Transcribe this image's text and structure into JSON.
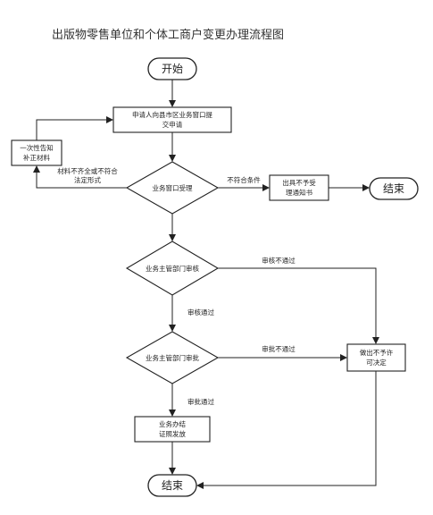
{
  "title": "出版物零售单位和个体工商户变更办理流程图",
  "nodes": {
    "start": "开始",
    "apply": [
      "申请人向县市区业务窗口提",
      "交申请"
    ],
    "notify": [
      "一次性告知",
      "补正材料"
    ],
    "window": "业务窗口受理",
    "refuse_notice": [
      "出具不予受",
      "理通知书"
    ],
    "end_right": "结束",
    "review": "业务主管部门审核",
    "approve": "业务主管部门审批",
    "decision": [
      "做出不予许",
      "可决定"
    ],
    "issue": [
      "业务办结",
      "证照发放"
    ],
    "end_bottom": "结束"
  },
  "edges": {
    "incomplete": [
      "材料不齐全或不符合",
      "法定形式"
    ],
    "not_compliant": "不符合条件",
    "review_fail": "审核不通过",
    "review_pass": "审核通过",
    "approve_fail": "审批不通过",
    "approve_pass": "审批通过"
  }
}
